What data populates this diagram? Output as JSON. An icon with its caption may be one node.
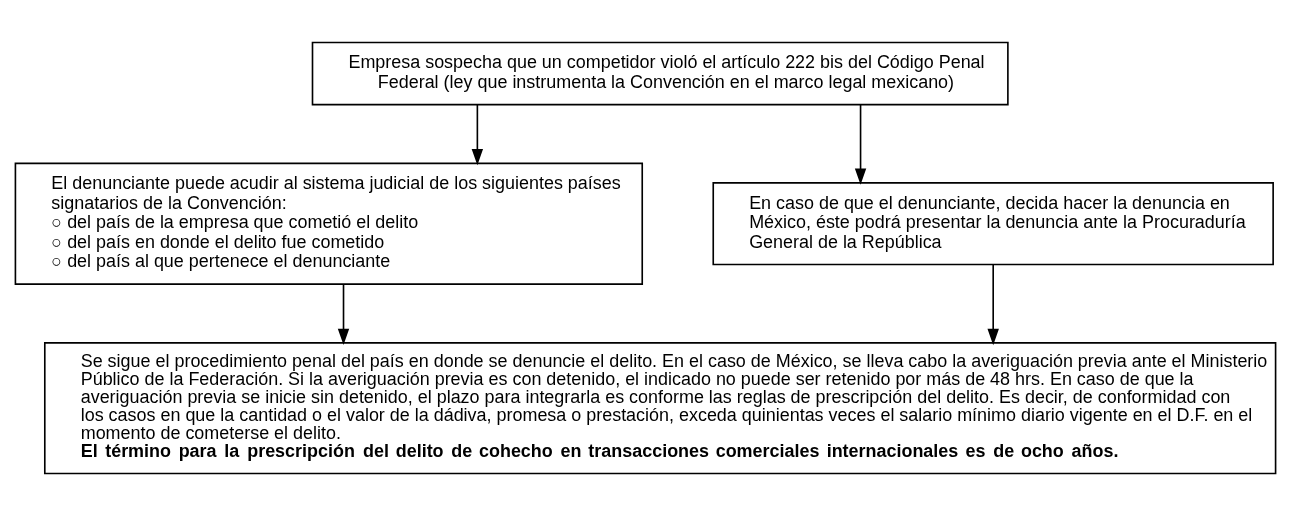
{
  "diagram": {
    "nodes": [
      {
        "text": [
          "Empresa sospecha que un competidor violó el artículo 222 bis del Código Penal Federal (ley que instrumenta la Convención en el marco legal mexicano)"
        ]
      },
      {
        "text": [
          "El denunciante puede acudir al sistema judicial de los siguientes países signatarios de la Convención:",
          "○ del país de la empresa que cometió el delito",
          "○ del país en donde el delito fue cometido",
          "○ del país al que pertenece el denunciante"
        ]
      },
      {
        "text": [
          "En caso de que el denunciante, decida hacer la denuncia en México, éste podrá presentar la denuncia ante la Procuraduría General de la República"
        ]
      },
      {
        "text": [
          "Se sigue el procedimiento penal del país en donde se denuncie el delito. En el caso de México, se lleva cabo la averiguación previa ante el Ministerio Público de la Federación. Si la averiguación previa es con detenido, el indicado no puede ser retenido por más de 48 hrs. En caso de que la averiguación previa se inicie sin detenido, el plazo para integrarla es conforme las reglas de prescripción del delito. Es decir, de conformidad con los casos en que la cantidad o el valor de la dádiva, promesa o prestación, exceda quinientas veces el salario mínimo diario vigente en el D.F. en el momento de cometerse el delito. **El término para la prescripción del delito de cohecho en transacciones comerciales internacionales es de ocho años.**"
        ]
      }
    ],
    "edges": [
      {
        "from": 0,
        "to": 1,
        "arrow": "to"
      },
      {
        "from": 0,
        "to": 2,
        "arrow": "to"
      },
      {
        "from": 1,
        "to": 3,
        "arrow": "to"
      },
      {
        "from": 2,
        "to": 3,
        "arrow": "to"
      }
    ]
  }
}
